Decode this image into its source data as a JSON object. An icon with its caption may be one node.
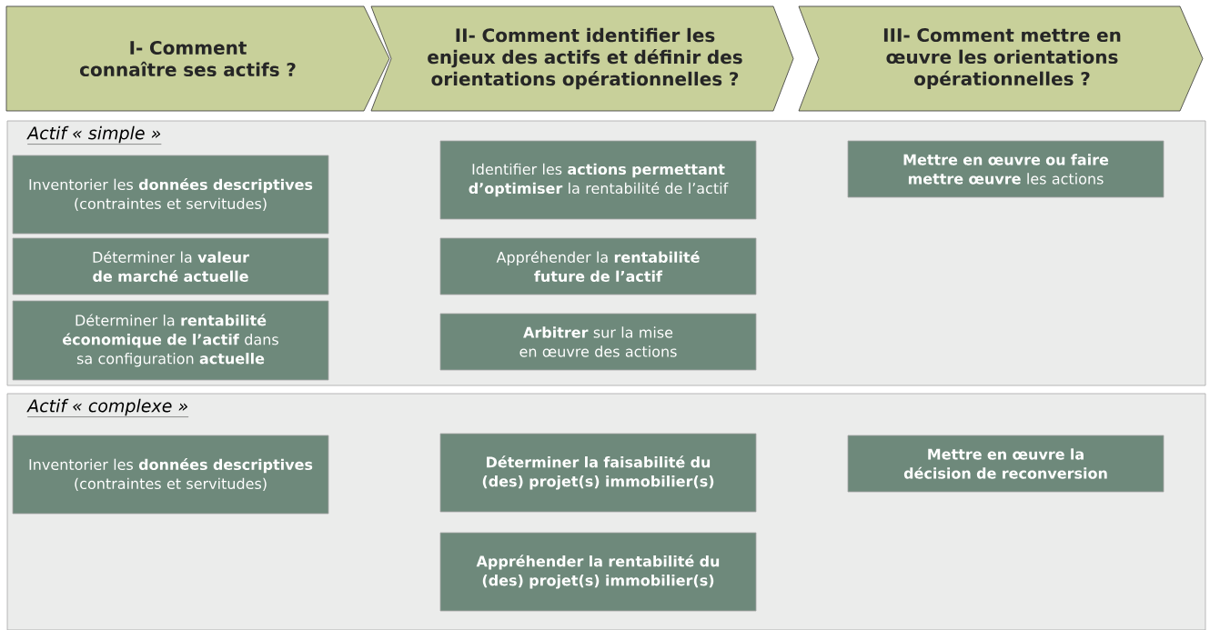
{
  "diagram": {
    "nodes": [
      {
        "text": [
          "I- Comment connaître ses actifs ?"
        ]
      },
      {
        "text": [
          "II- Comment identifier les enjeux des actifs et définir des orientations opérationnelles ?"
        ]
      },
      {
        "text": [
          "III- Comment mettre en œuvre les orientations opérationnelles ?"
        ]
      },
      {
        "text": [
          "Actif « simple »"
        ]
      },
      {
        "text": [
          "Inventorier les **données descriptives** (contraintes et servitudes)"
        ],
        "in": 3
      },
      {
        "text": [
          "Déterminer la **valeur de marché actuelle**"
        ],
        "in": 3
      },
      {
        "text": [
          "Déterminer la **rentabilité économique de l’actif** dans sa configuration **actuelle**"
        ],
        "in": 3
      },
      {
        "text": [
          "Identifier les **actions permettant d’optimiser** la rentabilité de l’actif"
        ],
        "in": 3
      },
      {
        "text": [
          "Appréhender la **rentabilité future de l’actif**"
        ],
        "in": 3
      },
      {
        "text": [
          "**Arbitrer** sur la mise en œuvre des actions"
        ],
        "in": 3
      },
      {
        "text": [
          "**Mettre en œuvre ou faire mettre œuvre** les actions"
        ],
        "in": 3
      },
      {
        "text": [
          "Actif « complexe »"
        ]
      },
      {
        "text": [
          "Inventorier les **données descriptives** (contraintes et servitudes)"
        ],
        "in": 11
      },
      {
        "text": [
          "Déterminer la faisabilité du (des) projet(s) immobilier(s)"
        ],
        "in": 11
      },
      {
        "text": [
          "Appréhender la rentabilité du (des) projet(s) immobilier(s)"
        ],
        "in": 11
      },
      {
        "text": [
          "Mettre en œuvre la décision de reconversion"
        ],
        "in": 11
      }
    ]
  }
}
